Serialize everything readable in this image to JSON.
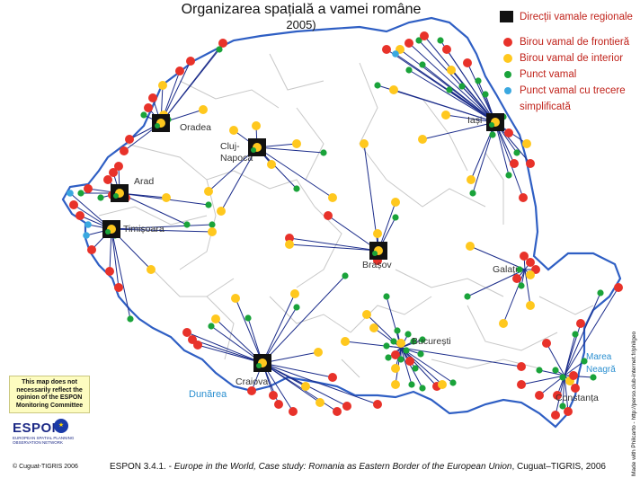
{
  "title": "Organizarea spațială a vamei române",
  "subtitle": "2005)",
  "legend": [
    {
      "symbol": "square",
      "color": "#111111",
      "label": "Direcții vamale regionale"
    },
    {
      "symbol": "dot",
      "color": "#e8322a",
      "label": "Birou vamal de frontieră"
    },
    {
      "symbol": "dot",
      "color": "#ffc81e",
      "label": "Birou vamal de interior"
    },
    {
      "symbol": "dot",
      "color": "#1aa33a",
      "label": "Punct vamal"
    },
    {
      "symbol": "dot",
      "color": "#3aa8e0",
      "label": "Punct vamal cu trecere"
    },
    {
      "symbol": "none",
      "color": "#e8322a",
      "label": "simplificată"
    }
  ],
  "colors": {
    "border": "#2f5fc4",
    "link": "#1b2c8a",
    "county_border": "#c8c8c8",
    "border_office": "#e8322a",
    "interior_office": "#ffc81e",
    "customs_point": "#1aa33a",
    "simplified_point": "#3aa8e0",
    "water_label": "#2a8fd0"
  },
  "hubs": [
    {
      "name": "Oradea"
    },
    {
      "name": "Cluj-Napoca"
    },
    {
      "name": "Arad"
    },
    {
      "name": "Timișoara"
    },
    {
      "name": "Iași"
    },
    {
      "name": "Brașov"
    },
    {
      "name": "Galați"
    },
    {
      "name": "București"
    },
    {
      "name": "Craiova"
    },
    {
      "name": "Constanța"
    }
  ],
  "water_labels": {
    "danube": "Dunărea",
    "black_sea_line1": "Marea",
    "black_sea_line2": "Neagră"
  },
  "disclaimer": "This map does not necessarily reflect the opinion of the ESPON Monitoring Committee",
  "espon": {
    "wordmark": "ESPON",
    "subline": "EUROPEAN SPATIAL PLANNING OBSERVATION NETWORK"
  },
  "copyright": "© Cuguat-TIGRIS 2006",
  "source": {
    "prefix": "ESPON 3.4.1. - ",
    "italic": "Europe in the World, Case study: Romania as Eastern Border of the European Union",
    "suffix": ", Cuguat–TIGRIS, 2006"
  },
  "made_with": "Made with Philcarto - http://perso.club-internet.fr/philgeo"
}
